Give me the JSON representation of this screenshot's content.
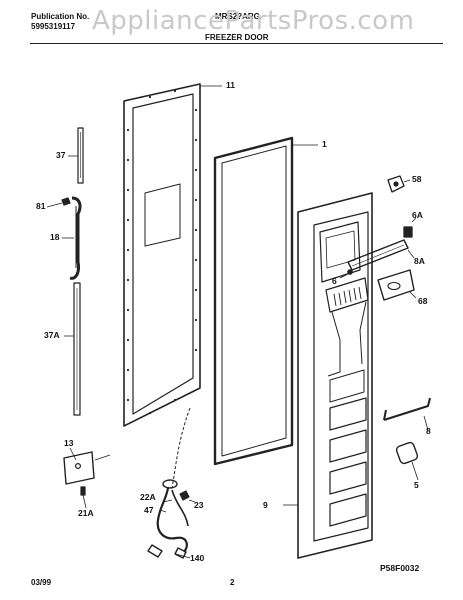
{
  "header": {
    "pub_label": "Publication No.",
    "pub_number": "5995319117",
    "model": "MRS2?ARG",
    "section_title": "FREEZER DOOR"
  },
  "watermark": "AppliancePartsPros.com",
  "callouts": {
    "c11": "11",
    "c1": "1",
    "c37": "37",
    "c81": "81",
    "c18": "18",
    "c37A": "37A",
    "c58": "58",
    "c6A": "6A",
    "c6": "6",
    "c8A": "8A",
    "c68": "68",
    "c8": "8",
    "c5": "5",
    "c9": "9",
    "c13": "13",
    "c21A": "21A",
    "c22A": "22A",
    "c47": "47",
    "c23": "23",
    "c140": "140"
  },
  "footer": {
    "date": "03/99",
    "page": "2",
    "figure_code": "P58F0032"
  }
}
